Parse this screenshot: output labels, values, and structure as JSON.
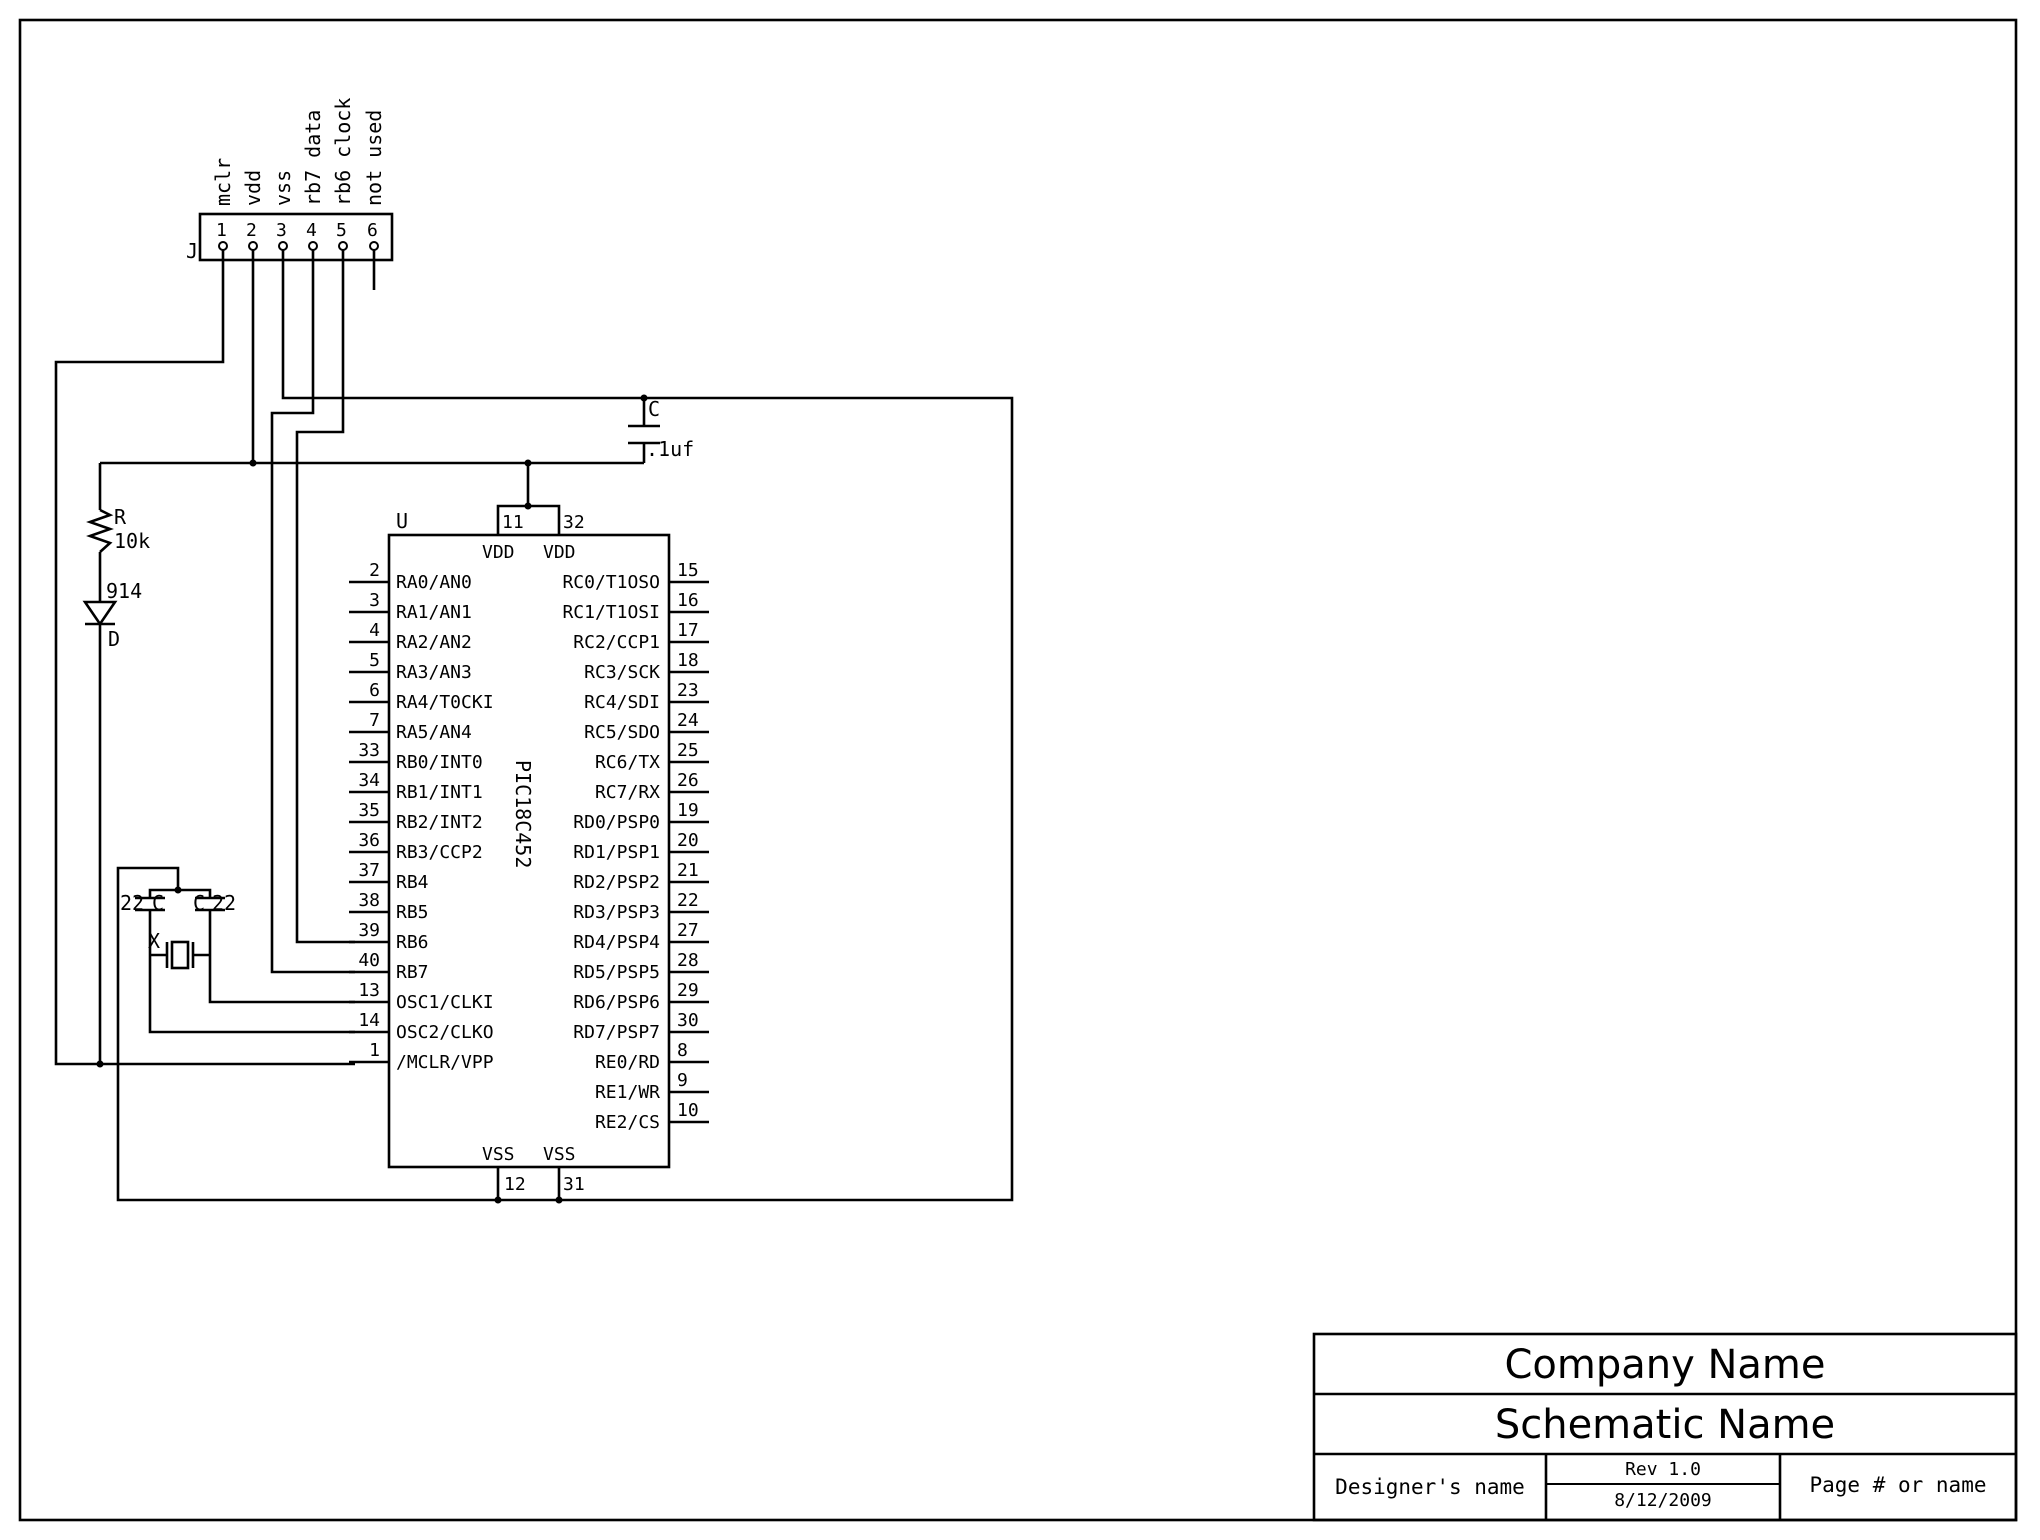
{
  "title_block": {
    "company": "Company Name",
    "schematic": "Schematic Name",
    "designer": "Designer's name",
    "rev": "Rev 1.0",
    "date": "8/12/2009",
    "page": "Page # or name"
  },
  "connector": {
    "ref": "J",
    "pins": [
      {
        "num": "1",
        "name": "mclr"
      },
      {
        "num": "2",
        "name": "vdd"
      },
      {
        "num": "3",
        "name": "vss"
      },
      {
        "num": "4",
        "name": "rb7 data"
      },
      {
        "num": "5",
        "name": "rb6 clock"
      },
      {
        "num": "6",
        "name": "not used"
      }
    ]
  },
  "ic": {
    "ref": "U",
    "part": "PIC18C452",
    "vdd_label": "VDD",
    "vss_label": "VSS",
    "vdd_pins": [
      "11",
      "32"
    ],
    "vss_pins": [
      "12",
      "31"
    ],
    "left_pins": [
      {
        "num": "2",
        "name": "RA0/AN0"
      },
      {
        "num": "3",
        "name": "RA1/AN1"
      },
      {
        "num": "4",
        "name": "RA2/AN2"
      },
      {
        "num": "5",
        "name": "RA3/AN3"
      },
      {
        "num": "6",
        "name": "RA4/T0CKI"
      },
      {
        "num": "7",
        "name": "RA5/AN4"
      },
      {
        "num": "33",
        "name": "RB0/INT0"
      },
      {
        "num": "34",
        "name": "RB1/INT1"
      },
      {
        "num": "35",
        "name": "RB2/INT2"
      },
      {
        "num": "36",
        "name": "RB3/CCP2"
      },
      {
        "num": "37",
        "name": "RB4"
      },
      {
        "num": "38",
        "name": "RB5"
      },
      {
        "num": "39",
        "name": "RB6"
      },
      {
        "num": "40",
        "name": "RB7"
      },
      {
        "num": "13",
        "name": "OSC1/CLKI"
      },
      {
        "num": "14",
        "name": "OSC2/CLKO"
      },
      {
        "num": "1",
        "name": "/MCLR/VPP"
      }
    ],
    "right_pins": [
      {
        "num": "15",
        "name": "RC0/T1OSO"
      },
      {
        "num": "16",
        "name": "RC1/T1OSI"
      },
      {
        "num": "17",
        "name": "RC2/CCP1"
      },
      {
        "num": "18",
        "name": "RC3/SCK"
      },
      {
        "num": "23",
        "name": "RC4/SDI"
      },
      {
        "num": "24",
        "name": "RC5/SDO"
      },
      {
        "num": "25",
        "name": "RC6/TX"
      },
      {
        "num": "26",
        "name": "RC7/RX"
      },
      {
        "num": "19",
        "name": "RD0/PSP0"
      },
      {
        "num": "20",
        "name": "RD1/PSP1"
      },
      {
        "num": "21",
        "name": "RD2/PSP2"
      },
      {
        "num": "22",
        "name": "RD3/PSP3"
      },
      {
        "num": "27",
        "name": "RD4/PSP4"
      },
      {
        "num": "28",
        "name": "RD5/PSP5"
      },
      {
        "num": "29",
        "name": "RD6/PSP6"
      },
      {
        "num": "30",
        "name": "RD7/PSP7"
      },
      {
        "num": "8",
        "name": "RE0/RD"
      },
      {
        "num": "9",
        "name": "RE1/WR"
      },
      {
        "num": "10",
        "name": "RE2/CS"
      }
    ]
  },
  "components": {
    "decoupling_cap": {
      "ref": "C",
      "value": ".1uf"
    },
    "resistor": {
      "ref": "R",
      "value": "10k"
    },
    "diode": {
      "ref": "D",
      "value": "914"
    },
    "crystal_cap_left": {
      "ref": "C",
      "value": "22"
    },
    "crystal_cap_right": {
      "ref": "C",
      "value": "22"
    },
    "crystal": {
      "ref": "X"
    }
  }
}
